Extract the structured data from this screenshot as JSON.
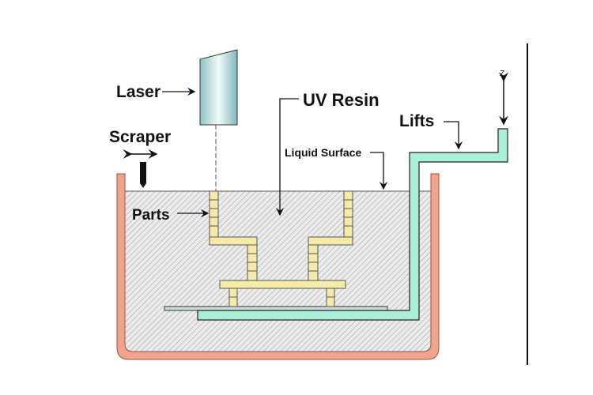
{
  "labels": {
    "laser": "Laser",
    "uv_resin": "UV Resin",
    "scraper": "Scraper",
    "liquid_surface": "Liquid Surface",
    "parts": "Parts",
    "lifts": "Lifts",
    "z_axis": "Z"
  },
  "colors": {
    "tank": "#f0a48c",
    "resin": "#e6e6e6",
    "parts": "#f5eaa8",
    "lift": "#a8f0d8",
    "laser": "#a9d4d4"
  }
}
